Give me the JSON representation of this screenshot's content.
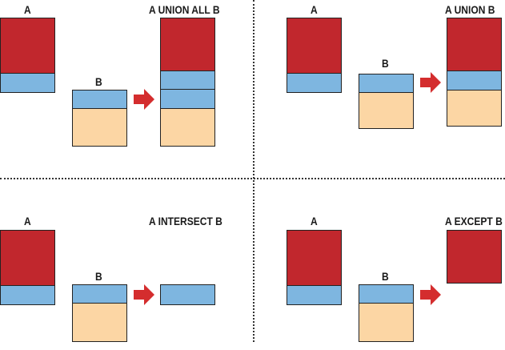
{
  "colors": {
    "red": "#c1272d",
    "blue": "#7eb6e0",
    "tan": "#fcd6a4",
    "arrow": "#d42d2e"
  },
  "panels": [
    {
      "a_label": "A",
      "b_label": "B",
      "result_title": "A UNION ALL B"
    },
    {
      "a_label": "A",
      "b_label": "B",
      "result_title": "A UNION B"
    },
    {
      "a_label": "A",
      "b_label": "B",
      "result_title": "A INTERSECT B"
    },
    {
      "a_label": "A",
      "b_label": "B",
      "result_title": "A EXCEPT B"
    }
  ]
}
